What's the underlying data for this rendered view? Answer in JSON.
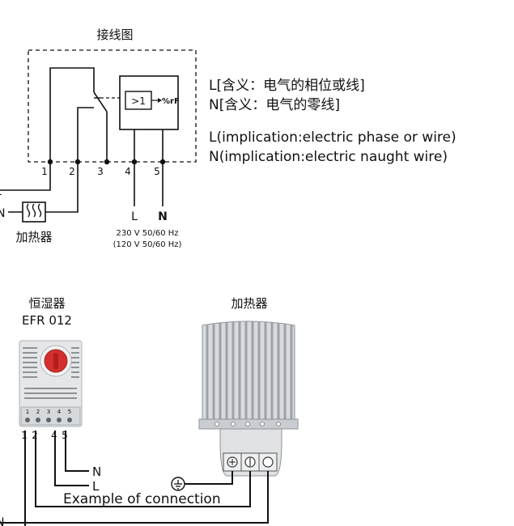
{
  "wiring": {
    "title": "接线图",
    "terminals": [
      "1",
      "2",
      "3",
      "4",
      "5"
    ],
    "relay_symbol": ">1",
    "sensor_symbol": "%rF",
    "line_labels": {
      "L": "L",
      "N": "N"
    },
    "left_labels": {
      "L": "L",
      "N": "N"
    },
    "heater_label": "加热器",
    "voltage_main": "230 V 50/60 Hz",
    "voltage_alt": "(120 V 50/60 Hz)"
  },
  "legend": {
    "l_cn": "L[含义：电气的相位或线]",
    "n_cn": "N[含义：电气的零线]",
    "l_en": "L(implication:electric phase or wire)",
    "n_en": "N(implication:electric naught wire)"
  },
  "bottom": {
    "device_name": "恒湿器",
    "device_model": "EFR 012",
    "device_terminals": [
      "1",
      "2",
      "3",
      "4",
      "5"
    ],
    "below_terminals": [
      "1",
      "2",
      "4",
      "5"
    ],
    "heater_title": "加热器",
    "wire_labels": {
      "N": "N",
      "L": "L"
    },
    "connection_caption": "Example of connection",
    "left_n": "N"
  }
}
